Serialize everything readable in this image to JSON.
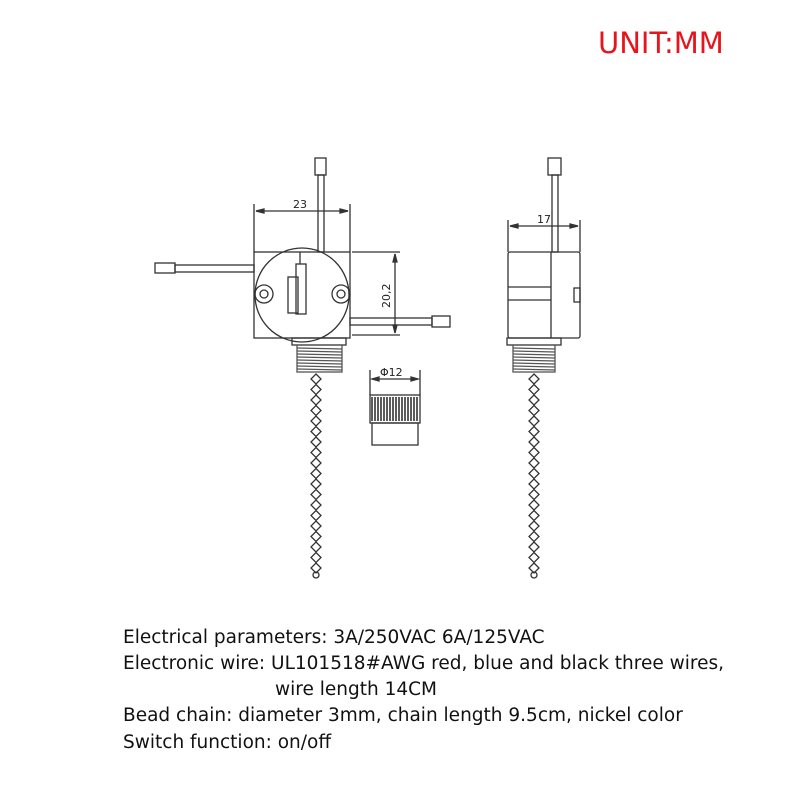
{
  "unit_label": "UNIT:MM",
  "dimensions": {
    "width_front": "23",
    "height_front": "20,2",
    "width_side": "17",
    "knob_diameter": "Φ12"
  },
  "specs": [
    "Electrical parameters: 3A/250VAC 6A/125VAC",
    "Electronic wire: UL101518#AWG red, blue and black three wires,",
    "wire length 14CM",
    "Bead chain: diameter 3mm, chain length 9.5cm, nickel color",
    "Switch function: on/off"
  ],
  "colors": {
    "unit": "#e8141b",
    "line": "#333333"
  }
}
